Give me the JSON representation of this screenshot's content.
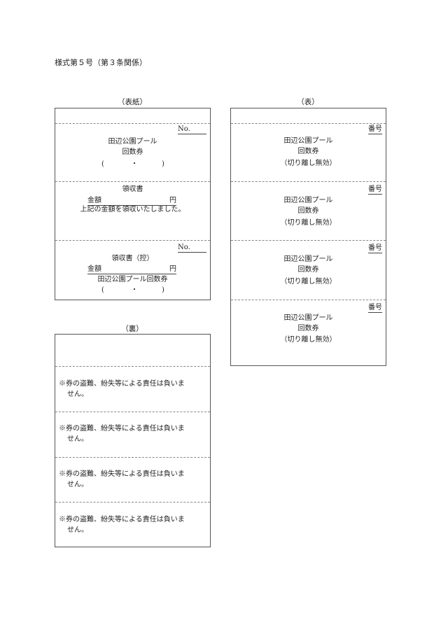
{
  "form_title": "様式第５号（第３条関係）",
  "cover": {
    "caption": "（表紙）",
    "no_label": "No.",
    "top": {
      "pool_name": "田辺公園プール",
      "ticket_name": "回数券",
      "paren_open": "(",
      "paren_dot": "・",
      "paren_close": ")"
    },
    "receipt": {
      "heading": "領収書",
      "amount_label": "金額",
      "yen": "円",
      "statement": "上記の金額を領収いたしました。"
    },
    "stub": {
      "no_label": "No.",
      "heading": "領収書（控）",
      "amount_label": "金額",
      "yen": "円",
      "ticket_full": "田辺公園プール回数券",
      "paren_open": "(",
      "paren_dot": "・",
      "paren_close": ")"
    }
  },
  "front": {
    "caption": "（表）",
    "tickets": [
      {
        "number_label": "番号",
        "line1": "田辺公園プール",
        "line2": "回数券",
        "line3": "（切り離し無効）"
      },
      {
        "number_label": "番号",
        "line1": "田辺公園プール",
        "line2": "回数券",
        "line3": "（切り離し無効）"
      },
      {
        "number_label": "番号",
        "line1": "田辺公園プール",
        "line2": "回数券",
        "line3": "（切り離し無効）"
      },
      {
        "number_label": "番号",
        "line1": "田辺公園プール",
        "line2": "回数券",
        "line3": "（切り離し無効）"
      }
    ]
  },
  "back": {
    "caption": "（裏）",
    "notices": [
      {
        "line1": "※券の盗難、紛失等による責任は負いま",
        "line2": "せん。"
      },
      {
        "line1": "※券の盗難、紛失等による責任は負いま",
        "line2": "せん。"
      },
      {
        "line1": "※券の盗難、紛失等による責任は負いま",
        "line2": "せん。"
      },
      {
        "line1": "※券の盗難、紛失等による責任は負いま",
        "line2": "せん。"
      }
    ]
  }
}
